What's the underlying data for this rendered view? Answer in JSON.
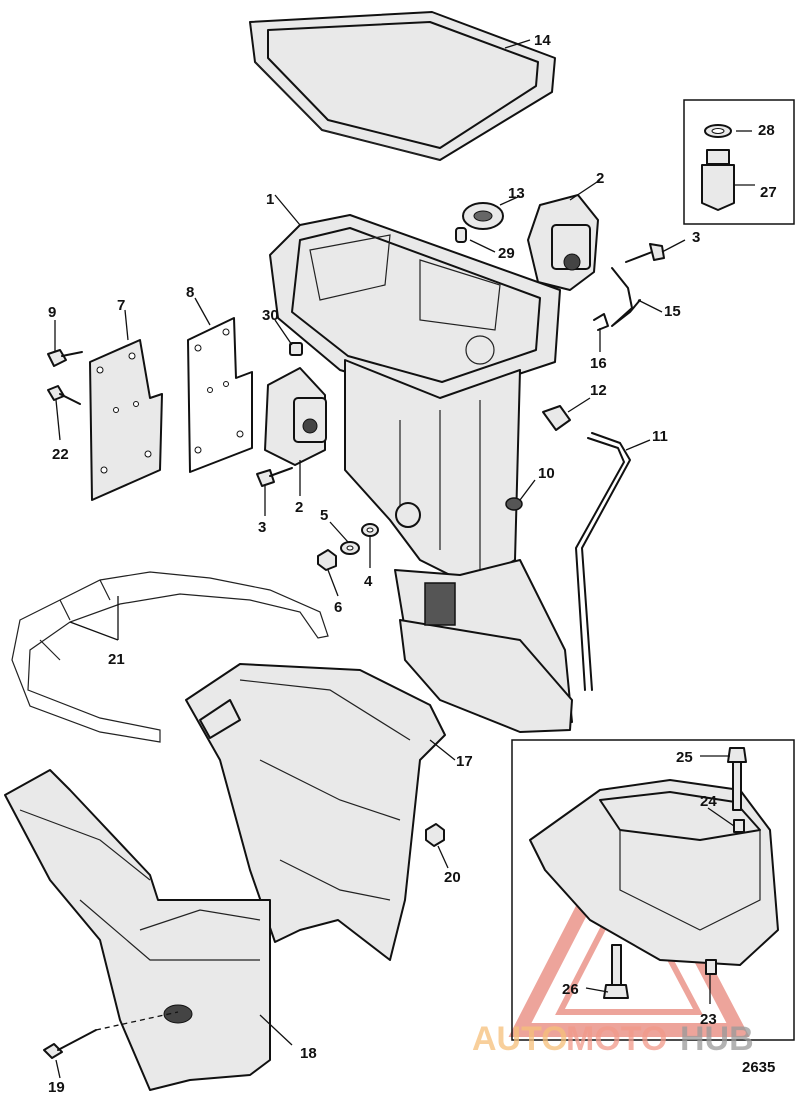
{
  "callouts": [
    "1",
    "2",
    "3",
    "4",
    "5",
    "6",
    "7",
    "8",
    "9",
    "10",
    "11",
    "12",
    "13",
    "14",
    "15",
    "16",
    "17",
    "18",
    "19",
    "20",
    "21",
    "22",
    "23",
    "24",
    "25",
    "26",
    "27",
    "28",
    "29",
    "30"
  ],
  "extra_callouts": {
    "second_2": "2",
    "second_3": "3"
  },
  "figure_number": "2635",
  "watermark": {
    "part1": "AUTO",
    "part2": "MOTO",
    "part3": "HUB",
    "color_primary": "#f29a8a",
    "color_secondary": "#f6c07a",
    "color_hub": "#9a9a9a"
  }
}
